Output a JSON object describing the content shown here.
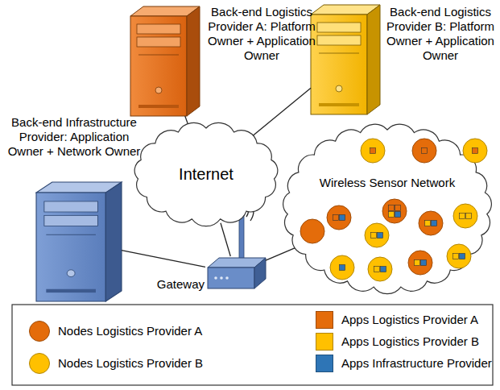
{
  "diagram": {
    "nodes": [
      {
        "text": [
          "Back-end Logistics Provider A: Platform Owner + Application Owner"
        ]
      },
      {
        "text": [
          "Back-end Logistics Provider B: Platform Owner + Application Owner"
        ]
      },
      {
        "text": [
          "Back-end Infrastructure Provider: Application Owner + Network Owner"
        ]
      },
      {
        "text": [
          "Internet"
        ]
      },
      {
        "text": [
          "Wireless Sensor Network"
        ]
      },
      {
        "text": [
          "Gateway"
        ]
      }
    ],
    "edges": [
      {
        "from": 0,
        "to": 3,
        "arrow": "none"
      },
      {
        "from": 1,
        "to": 3,
        "arrow": "none"
      },
      {
        "from": 2,
        "to": 5,
        "arrow": "none"
      },
      {
        "from": 5,
        "to": 3,
        "arrow": "none"
      },
      {
        "from": 5,
        "to": 4,
        "arrow": "none"
      }
    ],
    "legend": [
      {
        "text": "Nodes Logistics Provider A",
        "color": "#e46c0a"
      },
      {
        "text": "Nodes Logistics Provider B",
        "color": "#ffc000"
      },
      {
        "text": "Apps Logistics Provider A",
        "color": "#e46c0a"
      },
      {
        "text": "Apps Logistics Provider B",
        "color": "#ffc000"
      },
      {
        "text": "Apps Infrastructure Provider",
        "color": "#2e75b6"
      }
    ]
  }
}
